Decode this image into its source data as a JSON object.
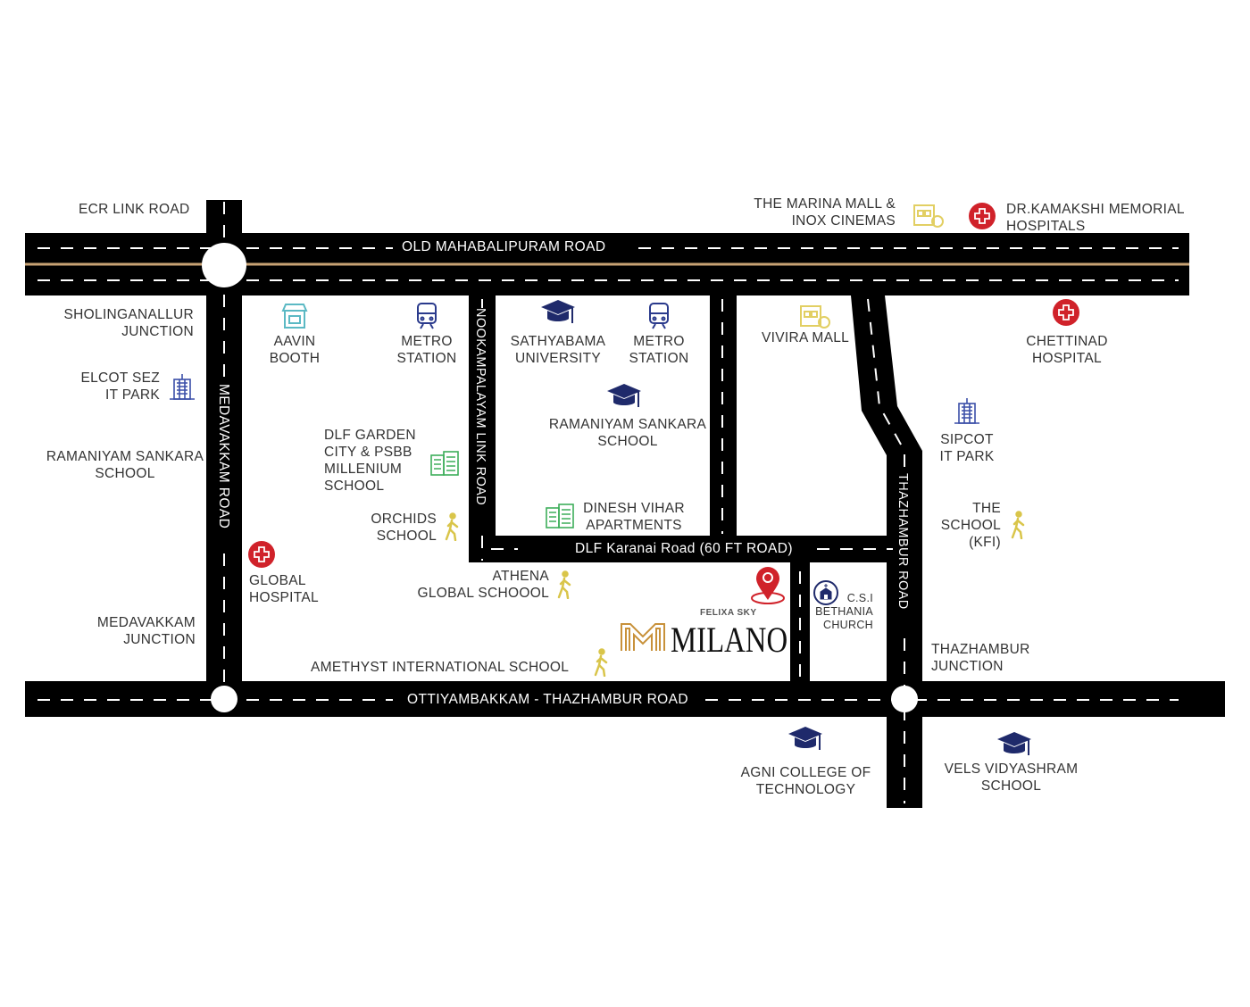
{
  "roads": {
    "omr": "OLD MAHABALIPURAM ROAD",
    "ecr": "ECR LINK ROAD",
    "medavakkam": "MEDAVAKKAM ROAD",
    "nookampalayam": "NOOKAMPALAYAM LINK ROAD",
    "dlf": "DLF Karanai Road (60 FT ROAD)",
    "thazhambur": "THAZHAMBUR ROAD",
    "ottiyambakkam": "OTTIYAMBAKKAM - THAZHAMBUR ROAD"
  },
  "places": {
    "marina": "THE MARINA MALL &\nINOX CINEMAS",
    "kamakshi": "DR.KAMAKSHI MEMORIAL\nHOSPITALS",
    "sholinganallur": "SHOLINGANALLUR\nJUNCTION",
    "aavin": "AAVIN\nBOOTH",
    "metro1": "METRO\nSTATION",
    "sathyabama": "SATHYABAMA\nUNIVERSITY",
    "metro2": "METRO\nSTATION",
    "vivira": "VIVIRA MALL",
    "chettinad": "CHETTINAD\nHOSPITAL",
    "elcot": "ELCOT SEZ\nIT PARK",
    "ramaniyam1": "RAMANIYAM SANKARA\nSCHOOL",
    "ramaniyam2": "RAMANIYAM SANKARA\nSCHOOL",
    "dlfgarden": "DLF GARDEN\nCITY & PSBB\nMILLENIUM\nSCHOOL",
    "sipcot": "SIPCOT\nIT PARK",
    "orchids": "ORCHIDS\nSCHOOL",
    "dinesh": "DINESH VIHAR\nAPARTMENTS",
    "kfi": "THE\nSCHOOL\n(KFI)",
    "global": "GLOBAL\nHOSPITAL",
    "athena": "ATHENA\nGLOBAL SCHOOOL",
    "csi": "C.S.I\nBETHANIA\nCHURCH",
    "medavakkamjn": "MEDAVAKKAM\nJUNCTION",
    "amethyst": "AMETHYST INTERNATIONAL SCHOOL",
    "thazhamburjn": "THAZHAMBUR\nJUNCTION",
    "agni": "AGNI COLLEGE OF\nTECHNOLOGY",
    "vels": "VELS VIDYASHRAM\nSCHOOL"
  },
  "project": {
    "brand": "FELIXA SKY",
    "name": "MILANO"
  },
  "colors": {
    "road": "#000000",
    "median": "#c8a273",
    "school": "#1f2a6b",
    "hospital": "#d0222a",
    "mall": "#e2cf63",
    "walk": "#d9c54a",
    "apartment": "#3dae5a",
    "itpark": "#3b4fa8",
    "metro": "#2a3a8c",
    "booth": "#5bb9c4",
    "pin": "#d0222a",
    "logo": "#c8913a"
  }
}
